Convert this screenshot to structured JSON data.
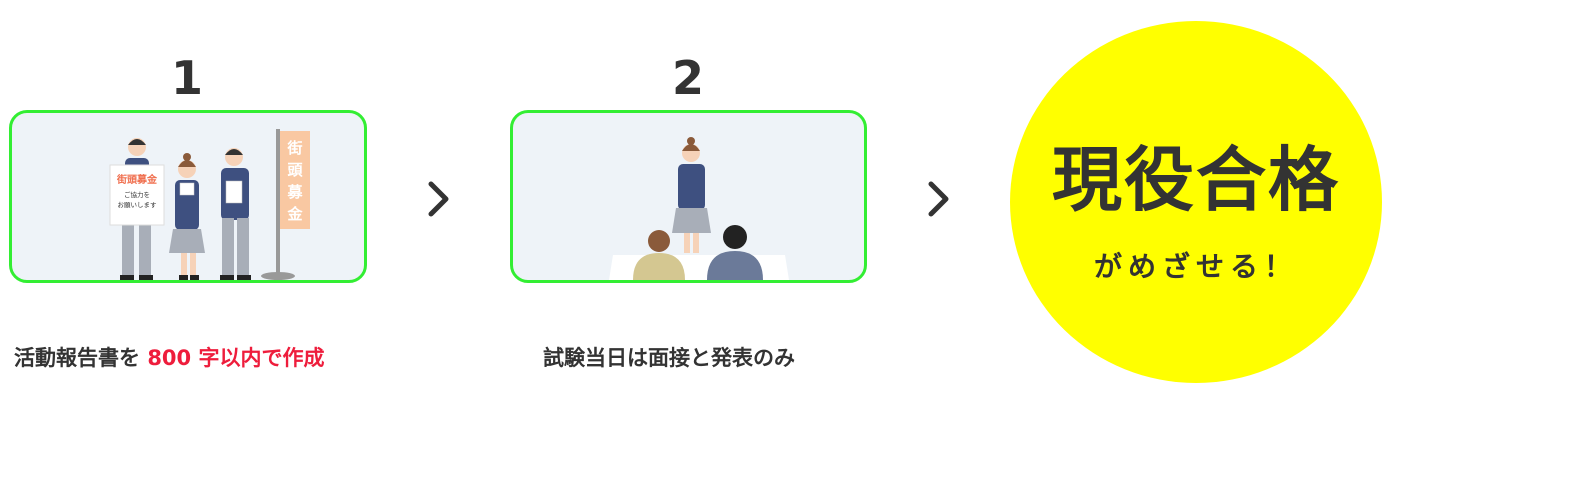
{
  "steps": [
    {
      "number": "1",
      "caption_prefix": "活動報告書を ",
      "caption_highlight": "800 字以内で作成",
      "sign_title": "街頭募金",
      "sign_line1": "ご協力を",
      "sign_line2": "お願いします",
      "banner_text": [
        "街",
        "頭",
        "募",
        "金"
      ]
    },
    {
      "number": "2",
      "caption": "試験当日は面接と発表のみ"
    }
  ],
  "result": {
    "title": "現役合格",
    "subtitle": "がめざせる！"
  },
  "colors": {
    "card_border": "#33ee33",
    "card_bg": "#eef3f8",
    "highlight": "#ee1d3c",
    "circle": "#ffff00",
    "text": "#333333"
  }
}
